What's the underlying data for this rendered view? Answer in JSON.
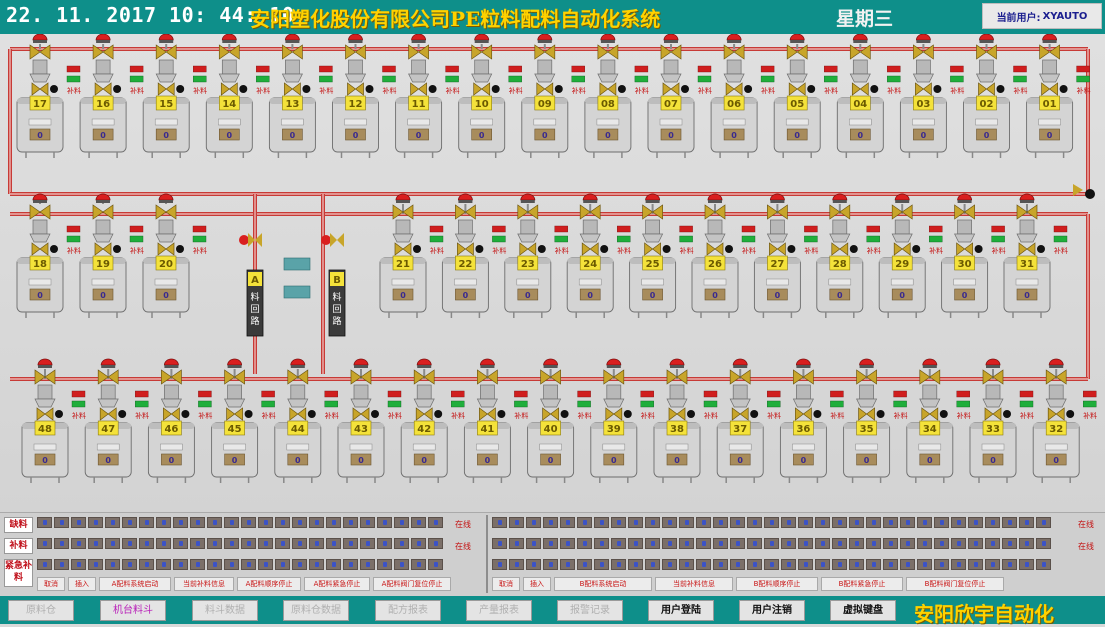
{
  "header": {
    "datetime": "22. 11. 2017   10: 44: 10",
    "title": "安阳塑化股份有限公司PE粒料配料自动化系统",
    "weekday": "星期三",
    "user_label": "当前用户:",
    "user_name": "XYAUTO"
  },
  "plant": {
    "row1_tanks": [
      "17",
      "16",
      "15",
      "14",
      "13",
      "12",
      "11",
      "10",
      "09",
      "08",
      "07",
      "06",
      "05",
      "04",
      "03",
      "02",
      "01"
    ],
    "row2_left_tanks": [
      "18",
      "19",
      "20"
    ],
    "row2_right_tanks": [
      "21",
      "22",
      "23",
      "24",
      "25",
      "26",
      "27",
      "28",
      "29",
      "30",
      "31"
    ],
    "row3_tanks": [
      "48",
      "47",
      "46",
      "45",
      "44",
      "43",
      "42",
      "41",
      "40",
      "39",
      "38",
      "37",
      "36",
      "35",
      "34",
      "33",
      "32"
    ],
    "tank_value": "0",
    "feed_label": "补料",
    "recycle_a": {
      "id": "A",
      "label": "料回路"
    },
    "recycle_b": {
      "id": "B",
      "label": "料回路"
    },
    "colors": {
      "pipe": "#c73a36",
      "valve_cap": "#d91f1f",
      "valve_body": "#c8a52a",
      "tank_label": "#f4e23a"
    }
  },
  "control": {
    "labels": {
      "row1": "缺料",
      "row2": "补料",
      "row3": "紧急补料"
    },
    "row_tags_left": [
      "在线",
      "在线"
    ],
    "row_tags_right": [
      "在线",
      "在线"
    ],
    "cmds": [
      "取消",
      "插入",
      "A配料系统启动",
      "当前补料信息",
      "A配料顺序停止",
      "A配料紧急停止",
      "A配料阀门复位停止"
    ],
    "cmds_b": [
      "取消",
      "插入",
      "B配料系统启动",
      "当前补料信息",
      "B配料顺序停止",
      "B配料紧急停止",
      "B配料阀门复位停止"
    ]
  },
  "nav": {
    "buttons": [
      "原料仓",
      "机台料斗",
      "料斗数据",
      "原料仓数据",
      "配方报表",
      "产量报表",
      "报警记录",
      "用户登陆",
      "用户注销",
      "虚拟键盘"
    ],
    "brand": "安阳欣宇自动化"
  }
}
